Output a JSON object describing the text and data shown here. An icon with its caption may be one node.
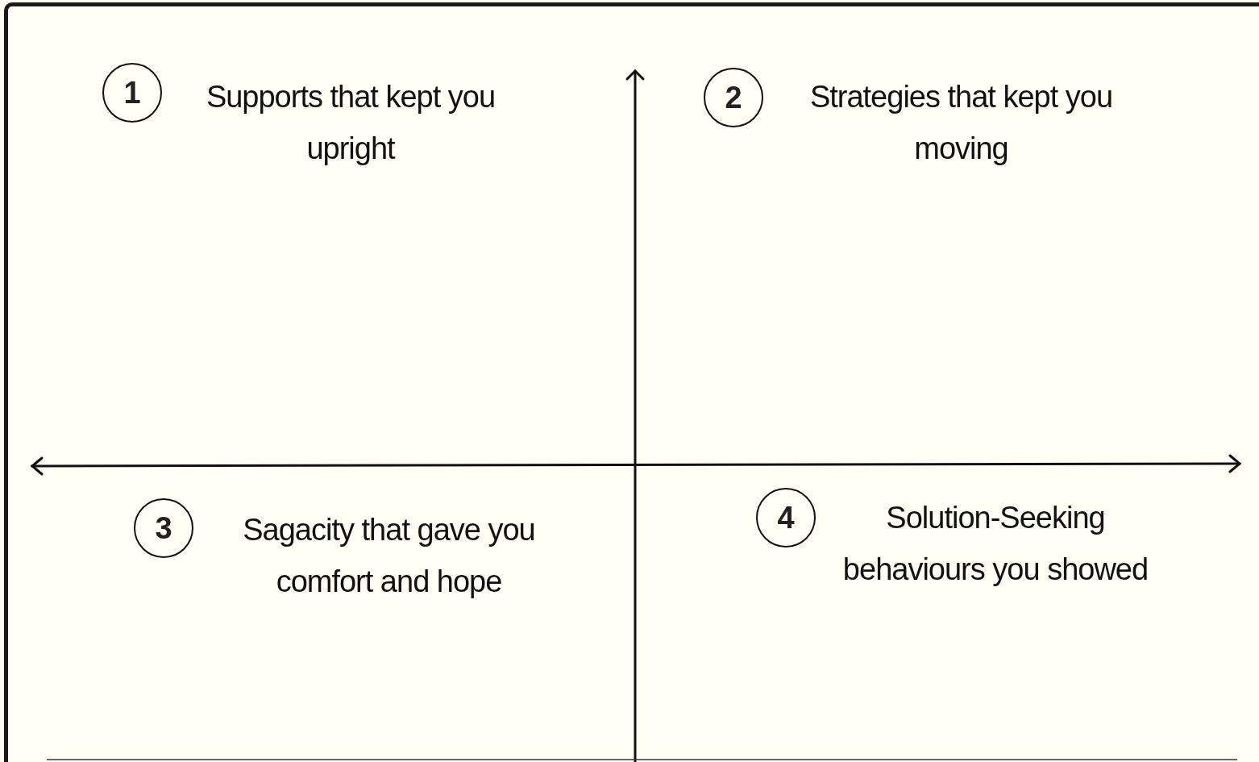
{
  "diagram": {
    "nodes": [
      {
        "text": [
          "1"
        ],
        "beside": [
          "Supports that kept you upright"
        ]
      },
      {
        "text": [
          "2"
        ],
        "beside": [
          "Strategies that kept you moving"
        ]
      },
      {
        "text": [
          "3"
        ],
        "beside": [
          "Sagacity that gave you comfort and hope"
        ]
      },
      {
        "text": [
          "4"
        ],
        "beside": [
          "Solution-Seeking behaviours you showed"
        ]
      }
    ]
  }
}
